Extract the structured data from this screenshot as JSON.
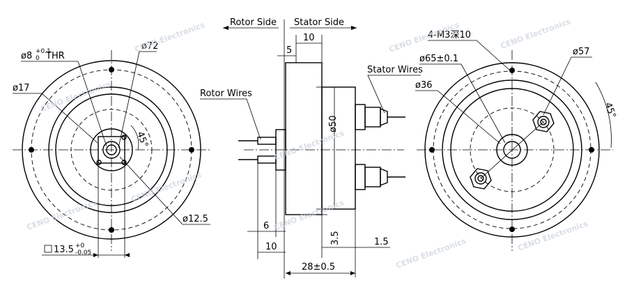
{
  "labels": {
    "rotor_side": "Rotor Side",
    "stator_side": "Stator Side",
    "rotor_wires": "Rotor Wires",
    "stator_wires": "Stator Wires",
    "watermark": "CENO Electronics"
  },
  "dimensions": {
    "bore": "ø8",
    "bore_tol_upper": "+0.1",
    "bore_tol_lower": "0",
    "bore_suffix": "THR",
    "d72": "ø72",
    "d17": "ø17",
    "d12_5": "ø12.5",
    "angle_left": "45°",
    "square": "13.5",
    "square_tol_upper": "+0",
    "square_tol_lower": "-0.05",
    "w10_top": "10",
    "w5": "5",
    "d50": "ø50",
    "w6": "6",
    "h3_5": "3.5",
    "w10_bottom": "10",
    "w1_5": "1.5",
    "w28": "28±0.5",
    "holes": "4-M3深10",
    "d65": "ø65±0.1",
    "d57": "ø57",
    "d36": "ø36",
    "angle_right": "45°"
  }
}
